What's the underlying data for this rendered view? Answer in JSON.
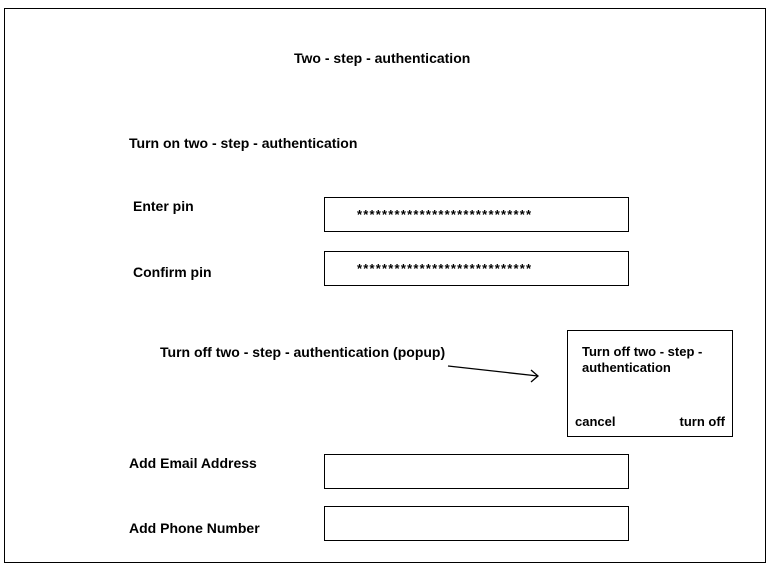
{
  "page": {
    "title": "Two - step - authentication",
    "section_heading": "Turn on two - step - authentication"
  },
  "form": {
    "pin_label": "Enter pin",
    "pin_value": "****************************",
    "confirm_label": "Confirm pin",
    "confirm_value": "****************************",
    "email_label": "Add Email Address",
    "email_value": "",
    "phone_label": "Add Phone Number",
    "phone_value": ""
  },
  "annotation": {
    "popup_note": "Turn off two - step - authentication (popup)"
  },
  "popup": {
    "message": "Turn off two - step - authentication",
    "cancel_label": "cancel",
    "confirm_label": "turn off"
  },
  "icons": {
    "annotation_arrow": "arrow-right-icon"
  }
}
